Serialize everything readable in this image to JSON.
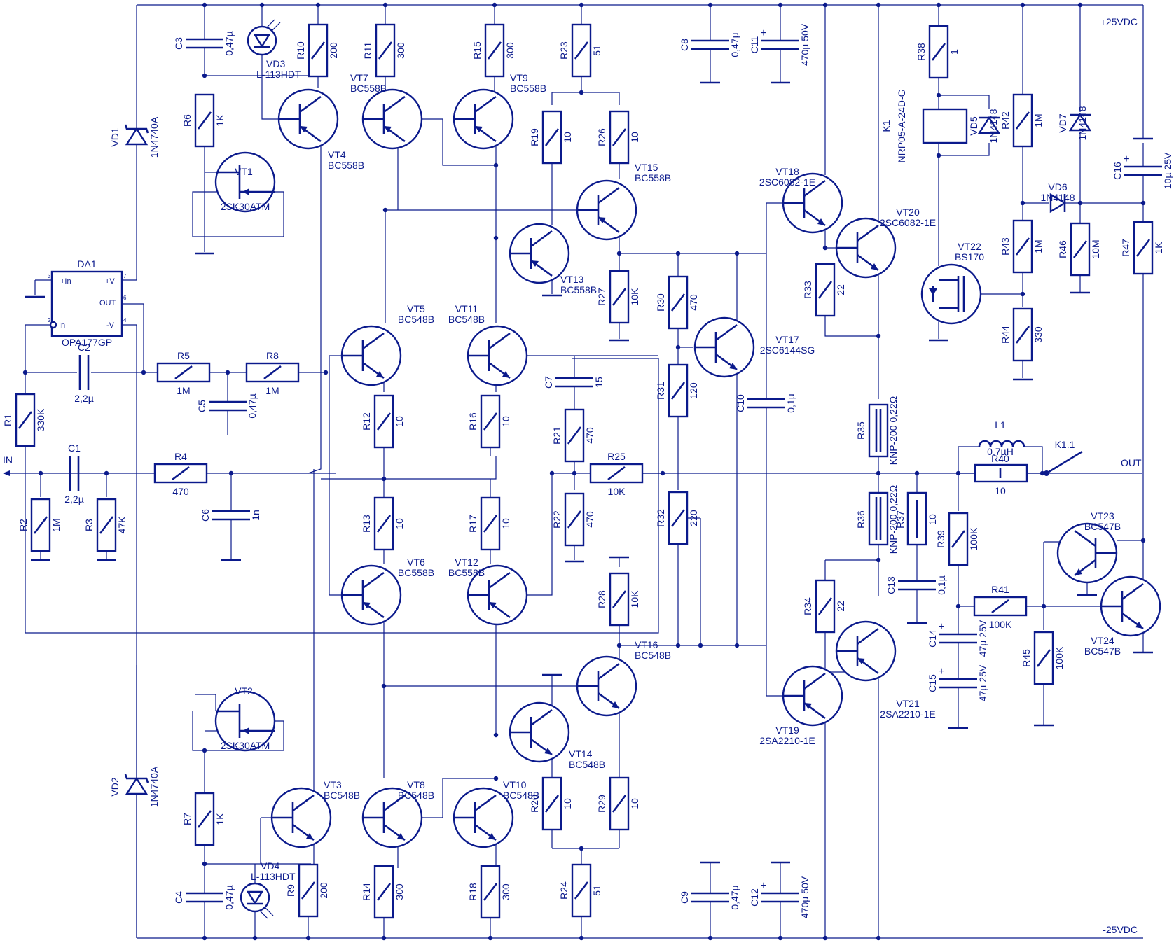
{
  "rails": {
    "positive": "+25VDC",
    "negative": "-25VDC",
    "input": "IN",
    "output": "OUT"
  },
  "opamp": {
    "ref": "DA1",
    "part": "OPA177GP",
    "pins": [
      "+In",
      "In",
      "+V",
      "OUT",
      "-V"
    ],
    "pin_numbers": [
      "3",
      "2",
      "7",
      "6",
      "4"
    ]
  },
  "resistors": [
    {
      "ref": "R1",
      "value": "330K"
    },
    {
      "ref": "R2",
      "value": "1M"
    },
    {
      "ref": "R3",
      "value": "47K"
    },
    {
      "ref": "R4",
      "value": "470"
    },
    {
      "ref": "R5",
      "value": "1M"
    },
    {
      "ref": "R6",
      "value": "1K"
    },
    {
      "ref": "R7",
      "value": "1K"
    },
    {
      "ref": "R8",
      "value": "1M"
    },
    {
      "ref": "R9",
      "value": "200"
    },
    {
      "ref": "R10",
      "value": "200"
    },
    {
      "ref": "R11",
      "value": "300"
    },
    {
      "ref": "R12",
      "value": "10"
    },
    {
      "ref": "R13",
      "value": "10"
    },
    {
      "ref": "R14",
      "value": "300"
    },
    {
      "ref": "R15",
      "value": "300"
    },
    {
      "ref": "R16",
      "value": "10"
    },
    {
      "ref": "R17",
      "value": "10"
    },
    {
      "ref": "R18",
      "value": "300"
    },
    {
      "ref": "R19",
      "value": "10"
    },
    {
      "ref": "R20",
      "value": "10"
    },
    {
      "ref": "R21",
      "value": "470"
    },
    {
      "ref": "R22",
      "value": "470"
    },
    {
      "ref": "R23",
      "value": "51"
    },
    {
      "ref": "R24",
      "value": "51"
    },
    {
      "ref": "R25",
      "value": "10K"
    },
    {
      "ref": "R26",
      "value": "10"
    },
    {
      "ref": "R27",
      "value": "10K"
    },
    {
      "ref": "R28",
      "value": "10K"
    },
    {
      "ref": "R29",
      "value": "10"
    },
    {
      "ref": "R30",
      "value": "470"
    },
    {
      "ref": "R31",
      "value": "120"
    },
    {
      "ref": "R32",
      "value": "220"
    },
    {
      "ref": "R33",
      "value": "22"
    },
    {
      "ref": "R34",
      "value": "22"
    },
    {
      "ref": "R35",
      "value": "KNP-200 0,22Ω"
    },
    {
      "ref": "R36",
      "value": "KNP-200 0,22Ω"
    },
    {
      "ref": "R37",
      "value": "10"
    },
    {
      "ref": "R38",
      "value": "1"
    },
    {
      "ref": "R39",
      "value": "100K"
    },
    {
      "ref": "R40",
      "value": "10"
    },
    {
      "ref": "R41",
      "value": "100K"
    },
    {
      "ref": "R42",
      "value": "1M"
    },
    {
      "ref": "R43",
      "value": "1M"
    },
    {
      "ref": "R44",
      "value": "330"
    },
    {
      "ref": "R45",
      "value": "100K"
    },
    {
      "ref": "R46",
      "value": "10M"
    },
    {
      "ref": "R47",
      "value": "1K"
    }
  ],
  "capacitors": [
    {
      "ref": "C1",
      "value": "2,2µ"
    },
    {
      "ref": "C2",
      "value": "2,2µ"
    },
    {
      "ref": "C3",
      "value": "0,47µ"
    },
    {
      "ref": "C4",
      "value": "0,47µ"
    },
    {
      "ref": "C5",
      "value": "0,47µ"
    },
    {
      "ref": "C6",
      "value": "1n"
    },
    {
      "ref": "C7",
      "value": "15"
    },
    {
      "ref": "C8",
      "value": "0,47µ"
    },
    {
      "ref": "C9",
      "value": "0,47µ"
    },
    {
      "ref": "C10",
      "value": "0,1µ"
    },
    {
      "ref": "C11",
      "value": "470µ 50V"
    },
    {
      "ref": "C12",
      "value": "470µ 50V"
    },
    {
      "ref": "C13",
      "value": "0,1µ"
    },
    {
      "ref": "C14",
      "value": "47µ 25V"
    },
    {
      "ref": "C15",
      "value": "47µ 25V"
    },
    {
      "ref": "C16",
      "value": "10µ 25V"
    }
  ],
  "transistors": [
    {
      "ref": "VT1",
      "part": "2SK30ATM"
    },
    {
      "ref": "VT2",
      "part": "2SK30ATM"
    },
    {
      "ref": "VT3",
      "part": "BC548B"
    },
    {
      "ref": "VT4",
      "part": "BC558B"
    },
    {
      "ref": "VT5",
      "part": "BC548B"
    },
    {
      "ref": "VT6",
      "part": "BC558B"
    },
    {
      "ref": "VT7",
      "part": "BC558B"
    },
    {
      "ref": "VT8",
      "part": "BC548B"
    },
    {
      "ref": "VT9",
      "part": "BC558B"
    },
    {
      "ref": "VT10",
      "part": "BC548B"
    },
    {
      "ref": "VT11",
      "part": "BC548B"
    },
    {
      "ref": "VT12",
      "part": "BC558B"
    },
    {
      "ref": "VT13",
      "part": "BC558B"
    },
    {
      "ref": "VT14",
      "part": "BC548B"
    },
    {
      "ref": "VT15",
      "part": "BC558B"
    },
    {
      "ref": "VT16",
      "part": "BC548B"
    },
    {
      "ref": "VT17",
      "part": "2SC6144SG"
    },
    {
      "ref": "VT18",
      "part": "2SC6082-1E"
    },
    {
      "ref": "VT19",
      "part": "2SA2210-1E"
    },
    {
      "ref": "VT20",
      "part": "2SC6082-1E"
    },
    {
      "ref": "VT21",
      "part": "2SA2210-1E"
    },
    {
      "ref": "VT22",
      "part": "BS170"
    },
    {
      "ref": "VT23",
      "part": "BC547B"
    },
    {
      "ref": "VT24",
      "part": "BC547B"
    }
  ],
  "diodes": [
    {
      "ref": "VD1",
      "part": "1N4740A"
    },
    {
      "ref": "VD2",
      "part": "1N4740A"
    },
    {
      "ref": "VD3",
      "part": "L-113HDT"
    },
    {
      "ref": "VD4",
      "part": "L-113HDT"
    },
    {
      "ref": "VD5",
      "part": "1N4148"
    },
    {
      "ref": "VD6",
      "part": "1N4148"
    },
    {
      "ref": "VD7",
      "part": "1N4148"
    }
  ],
  "inductor": {
    "ref": "L1",
    "value": "0,7µH"
  },
  "relay": {
    "ref": "K1",
    "part": "NRP05-A-24D-G",
    "contact": "K1.1"
  }
}
